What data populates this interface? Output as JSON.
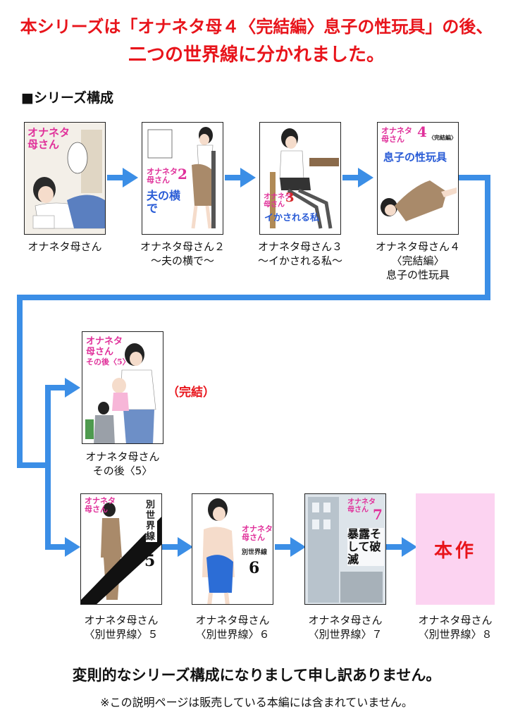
{
  "header": {
    "line1": "本シリーズは「オナネタ母４〈完結編〉息子の性玩具」の後、",
    "line2": "二つの世界線に分かれました。"
  },
  "section_title": "■シリーズ構成",
  "colors": {
    "headline": "#e8141b",
    "arrow": "#3b8ee6",
    "honsaku_bg": "#fcd3f1"
  },
  "series": [
    {
      "cover_title": [
        "オナネタ",
        "母さん"
      ],
      "cover_sub": "",
      "caption": [
        "オナネタ母さん"
      ]
    },
    {
      "cover_title": [
        "オナネタ",
        "母さん"
      ],
      "cover_sub": "夫の横で",
      "cover_num": "2",
      "caption": [
        "オナネタ母さん２",
        "～夫の横で～"
      ]
    },
    {
      "cover_title": [
        "オナネタ",
        "母さん"
      ],
      "cover_sub": "イかされる私",
      "cover_num": "3",
      "caption": [
        "オナネタ母さん３",
        "～イかされる私～"
      ]
    },
    {
      "cover_title": [
        "オナネタ",
        "母さん"
      ],
      "cover_sub": "息子の性玩具",
      "cover_num": "4",
      "cover_edition": "〈完結編〉",
      "caption": [
        "オナネタ母さん４",
        "〈完結編〉",
        "息子の性玩具"
      ]
    },
    {
      "cover_title": [
        "オナネタ",
        "母さん"
      ],
      "cover_sub": "その後〈5〉",
      "caption": [
        "オナネタ母さん",
        "その後〈5〉"
      ]
    },
    {
      "cover_title": [
        "オナネタ",
        "母さん"
      ],
      "cover_sub": "別世界線",
      "cover_num": "5",
      "caption": [
        "オナネタ母さん",
        "〈別世界線〉５"
      ]
    },
    {
      "cover_title": [
        "オナネタ",
        "母さん"
      ],
      "cover_sub": "別世界線",
      "cover_num": "6",
      "caption": [
        "オナネタ母さん",
        "〈別世界線〉６"
      ]
    },
    {
      "cover_title": [
        "オナネタ",
        "母さん"
      ],
      "cover_sub": "暴露そして破滅",
      "cover_num": "7",
      "caption": [
        "オナネタ母さん",
        "〈別世界線〉７"
      ]
    },
    {
      "honsaku": "本作",
      "caption": [
        "オナネタ母さん",
        "〈別世界線〉８"
      ]
    }
  ],
  "completed_label": "（完結）",
  "footer": {
    "line1": "変則的なシリーズ構成になりまして申し訳ありません。",
    "line2": "※この説明ページは販売している本編には含まれていません。"
  }
}
